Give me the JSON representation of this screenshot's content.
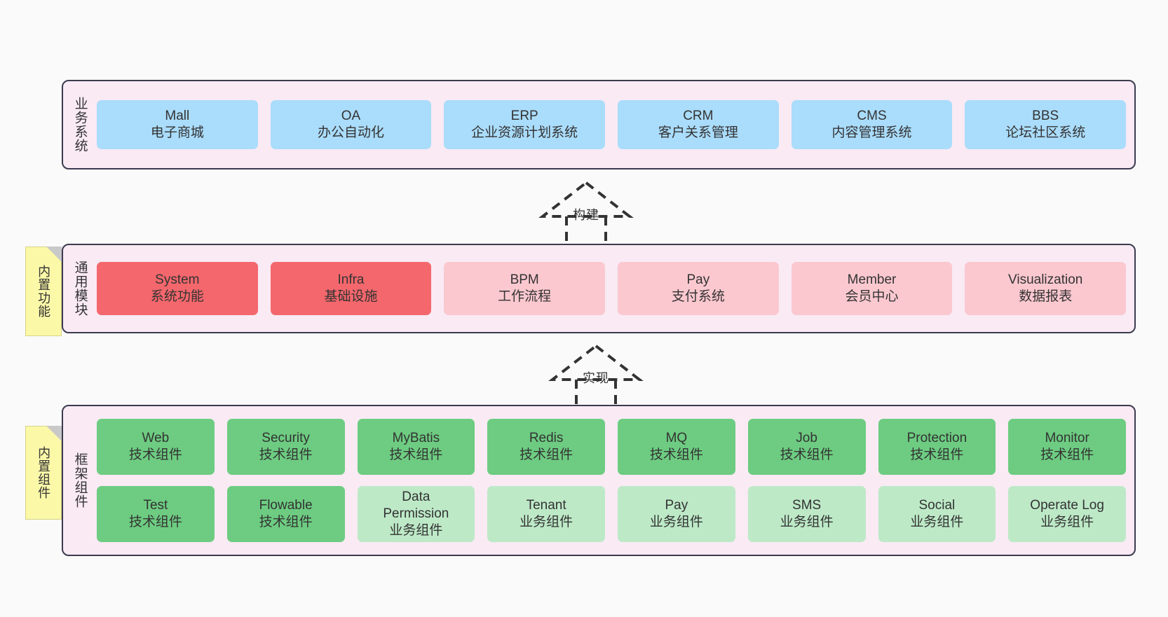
{
  "diagram": {
    "title": "",
    "background": "#fafafa",
    "colors": {
      "panel_fill": "#f9eaf4",
      "panel_border": "#3b3b4f",
      "business_box": "#aadcfb",
      "module_active": "#f4676c",
      "module_planned": "#fbc8cf",
      "tech_component": "#6dcc81",
      "business_component": "#bde9c7",
      "note_fill": "#fbf8a8",
      "note_fold": "#c9c9c9",
      "arrow": "#333333"
    }
  },
  "layers": [
    {
      "id": "business",
      "title": "业务系统",
      "rows": [
        {
          "items": [
            {
              "en": "Mall",
              "cn": "电子商城",
              "style": "c-blue"
            },
            {
              "en": "OA",
              "cn": "办公自动化",
              "style": "c-blue"
            },
            {
              "en": "ERP",
              "cn": "企业资源计划系统",
              "style": "c-blue"
            },
            {
              "en": "CRM",
              "cn": "客户关系管理",
              "style": "c-blue"
            },
            {
              "en": "CMS",
              "cn": "内容管理系统",
              "style": "c-blue"
            },
            {
              "en": "BBS",
              "cn": "论坛社区系统",
              "style": "c-blue"
            }
          ]
        }
      ]
    },
    {
      "id": "common",
      "title": "通用模块",
      "rows": [
        {
          "items": [
            {
              "en": "System",
              "cn": "系统功能",
              "style": "c-red"
            },
            {
              "en": "Infra",
              "cn": "基础设施",
              "style": "c-red"
            },
            {
              "en": "BPM",
              "cn": "工作流程",
              "style": "c-pink"
            },
            {
              "en": "Pay",
              "cn": "支付系统",
              "style": "c-pink"
            },
            {
              "en": "Member",
              "cn": "会员中心",
              "style": "c-pink"
            },
            {
              "en": "Visualization",
              "cn": "数据报表",
              "style": "c-pink"
            }
          ]
        }
      ]
    },
    {
      "id": "framework",
      "title": "框架组件",
      "rows": [
        {
          "items": [
            {
              "en": "Web",
              "cn": "技术组件",
              "style": "c-green"
            },
            {
              "en": "Security",
              "cn": "技术组件",
              "style": "c-green"
            },
            {
              "en": "MyBatis",
              "cn": "技术组件",
              "style": "c-green"
            },
            {
              "en": "Redis",
              "cn": "技术组件",
              "style": "c-green"
            },
            {
              "en": "MQ",
              "cn": "技术组件",
              "style": "c-green"
            },
            {
              "en": "Job",
              "cn": "技术组件",
              "style": "c-green"
            },
            {
              "en": "Protection",
              "cn": "技术组件",
              "style": "c-green"
            },
            {
              "en": "Monitor",
              "cn": "技术组件",
              "style": "c-green"
            }
          ]
        },
        {
          "items": [
            {
              "en": "Test",
              "cn": "技术组件",
              "style": "c-green"
            },
            {
              "en": "Flowable",
              "cn": "技术组件",
              "style": "c-green"
            },
            {
              "en": "Data\nPermission",
              "cn": "业务组件",
              "style": "c-green-light"
            },
            {
              "en": "Tenant",
              "cn": "业务组件",
              "style": "c-green-light"
            },
            {
              "en": "Pay",
              "cn": "业务组件",
              "style": "c-green-light"
            },
            {
              "en": "SMS",
              "cn": "业务组件",
              "style": "c-green-light"
            },
            {
              "en": "Social",
              "cn": "业务组件",
              "style": "c-green-light"
            },
            {
              "en": "Operate Log",
              "cn": "业务组件",
              "style": "c-green-light"
            }
          ]
        }
      ]
    }
  ],
  "notes": [
    {
      "id": "note-common",
      "text": "内置功能"
    },
    {
      "id": "note-framework",
      "text": "内置组件"
    }
  ],
  "arrows": [
    {
      "id": "arrow-build",
      "label": "构建",
      "from": "通用模块",
      "to": "业务系统"
    },
    {
      "id": "arrow-realize",
      "label": "实现",
      "from": "框架组件",
      "to": "通用模块"
    }
  ]
}
